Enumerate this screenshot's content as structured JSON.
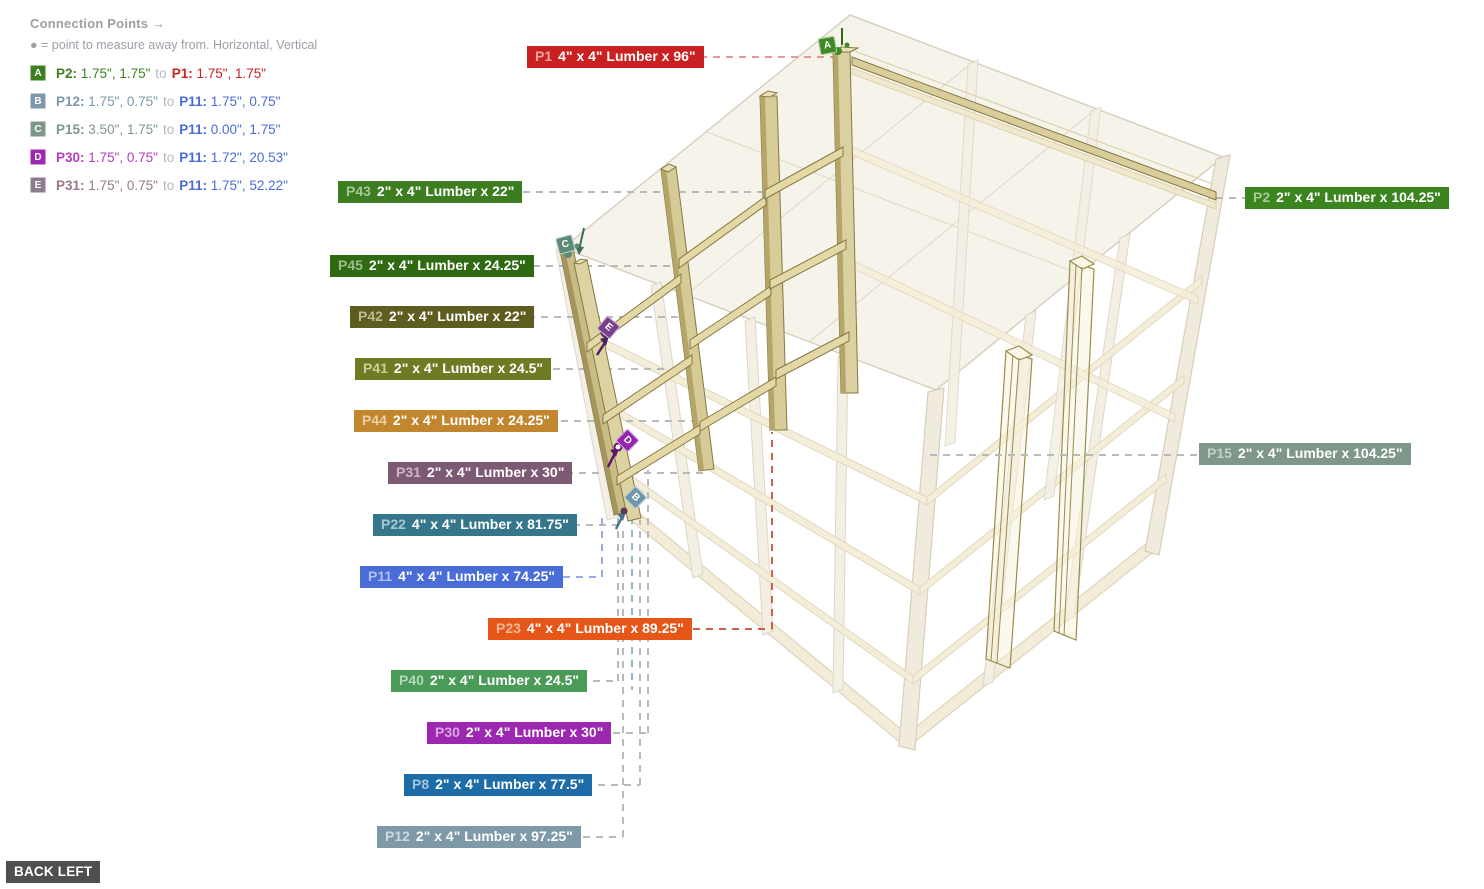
{
  "legend": {
    "title": "Connection Points →",
    "subtitle": "● = point to measure away from. Horizontal, Vertical",
    "rows": [
      {
        "letter": "A",
        "badge_color": "#3e8020",
        "from_label": "P2:",
        "from_values": "1.75\", 1.75\"",
        "from_color": "#3e8020",
        "joiner": "to",
        "to_label": "P1:",
        "to_values": "1.75\", 1.75\"",
        "to_color": "#cc2222"
      },
      {
        "letter": "B",
        "badge_color": "#7b99ab",
        "from_label": "P12:",
        "from_values": "1.75\", 0.75\"",
        "from_color": "#7b99ab",
        "joiner": "to",
        "to_label": "P11:",
        "to_values": "1.75\", 0.75\"",
        "to_color": "#4a6cd6"
      },
      {
        "letter": "C",
        "badge_color": "#7e978a",
        "from_label": "P15:",
        "from_values": "3.50\", 1.75\"",
        "from_color": "#7e978a",
        "joiner": "to",
        "to_label": "P11:",
        "to_values": "0.00\", 1.75\"",
        "to_color": "#4a6cd6"
      },
      {
        "letter": "D",
        "badge_color": "#9c27b0",
        "from_label": "P30:",
        "from_values": "1.75\", 0.75\"",
        "from_color": "#b53cc0",
        "joiner": "to",
        "to_label": "P11:",
        "to_values": "1.72\", 20.53\"",
        "to_color": "#4a6cd6"
      },
      {
        "letter": "E",
        "badge_color": "#8d7b8e",
        "from_label": "P31:",
        "from_values": "1.75\", 0.75\"",
        "from_color": "#97798f",
        "joiner": "to",
        "to_label": "P11:",
        "to_values": "1.75\", 52.22\"",
        "to_color": "#4a6cd6"
      }
    ]
  },
  "view_label": "BACK LEFT",
  "part_labels": [
    {
      "id": "P1",
      "prefix": "P1",
      "text": "4\" x 4\" Lumber x 96\"",
      "bg": "#c92121",
      "prefix_color": "#efa3a3"
    },
    {
      "id": "P43",
      "prefix": "P43",
      "text": "2\" x 4\" Lumber  x 22\"",
      "bg": "#3c7d1f",
      "prefix_color": "#a9c79a"
    },
    {
      "id": "P2",
      "prefix": "P2",
      "text": "2\" x 4\" Lumber  x 104.25\"",
      "bg": "#3c8420",
      "prefix_color": "#a4cc94"
    },
    {
      "id": "P45",
      "prefix": "P45",
      "text": "2\" x 4\" Lumber  x 24.25\"",
      "bg": "#2f6a13",
      "prefix_color": "#9dbd8d"
    },
    {
      "id": "P42",
      "prefix": "P42",
      "text": "2\" x 4\" Lumber  x 22\"",
      "bg": "#5d5d20",
      "prefix_color": "#bcbc95"
    },
    {
      "id": "P41",
      "prefix": "P41",
      "text": "2\" x 4\" Lumber  x 24.5\"",
      "bg": "#707a22",
      "prefix_color": "#c8cf9b"
    },
    {
      "id": "P44",
      "prefix": "P44",
      "text": "2\" x 4\" Lumber  x 24.25\"",
      "bg": "#c2862e",
      "prefix_color": "#e8d0a8"
    },
    {
      "id": "P31",
      "prefix": "P31",
      "text": "2\" x 4\" Lumber  x 30\"",
      "bg": "#7c5a73",
      "prefix_color": "#cbb6c6"
    },
    {
      "id": "P22",
      "prefix": "P22",
      "text": "4\" x 4\" Lumber x 81.75\"",
      "bg": "#35768a",
      "prefix_color": "#a6c8d2"
    },
    {
      "id": "P11",
      "prefix": "P11",
      "text": "4\" x 4\" Lumber x 74.25\"",
      "bg": "#4a6cd6",
      "prefix_color": "#b2bff2"
    },
    {
      "id": "P23",
      "prefix": "P23",
      "text": "4\" x 4\" Lumber x 89.25\"",
      "bg": "#e65618",
      "prefix_color": "#f5b89a"
    },
    {
      "id": "P40",
      "prefix": "P40",
      "text": "2\" x 4\" Lumber  x 24.5\"",
      "bg": "#4b9b58",
      "prefix_color": "#b4d8bb"
    },
    {
      "id": "P30",
      "prefix": "P30",
      "text": "2\" x 4\" Lumber  x 30\"",
      "bg": "#9c27b0",
      "prefix_color": "#d7a6e3"
    },
    {
      "id": "P8",
      "prefix": "P8",
      "text": "2\" x 4\" Lumber  x 77.5\"",
      "bg": "#1d6ca7",
      "prefix_color": "#a0c6e0"
    },
    {
      "id": "P12",
      "prefix": "P12",
      "text": "2\" x 4\" Lumber  x 97.25\"",
      "bg": "#7e99a8",
      "prefix_color": "#cdd9e0"
    },
    {
      "id": "P15",
      "prefix": "P15",
      "text": "2\" x 4\" Lumber  x 104.25\"",
      "bg": "#7e978a",
      "prefix_color": "#c3cfc8"
    }
  ],
  "structure_badges": [
    {
      "letter": "A",
      "color": "#3e8a25"
    },
    {
      "letter": "C",
      "color": "#5c8a78"
    },
    {
      "letter": "E",
      "color": "#7a3f8c"
    },
    {
      "letter": "D",
      "color": "#9325ad"
    },
    {
      "letter": "B",
      "color": "#6d96ab"
    }
  ],
  "colors": {
    "leader_default": "#b9b9b9",
    "leader_red": "#e59898",
    "leader_orange": "#d0604a",
    "leader_blue": "#97a9e8",
    "leader_teal": "#8fb8c4",
    "lumber_light": "#dbd0a0",
    "lumber_dark": "#b2a265",
    "ghost_stroke": "#d8d1bf"
  }
}
